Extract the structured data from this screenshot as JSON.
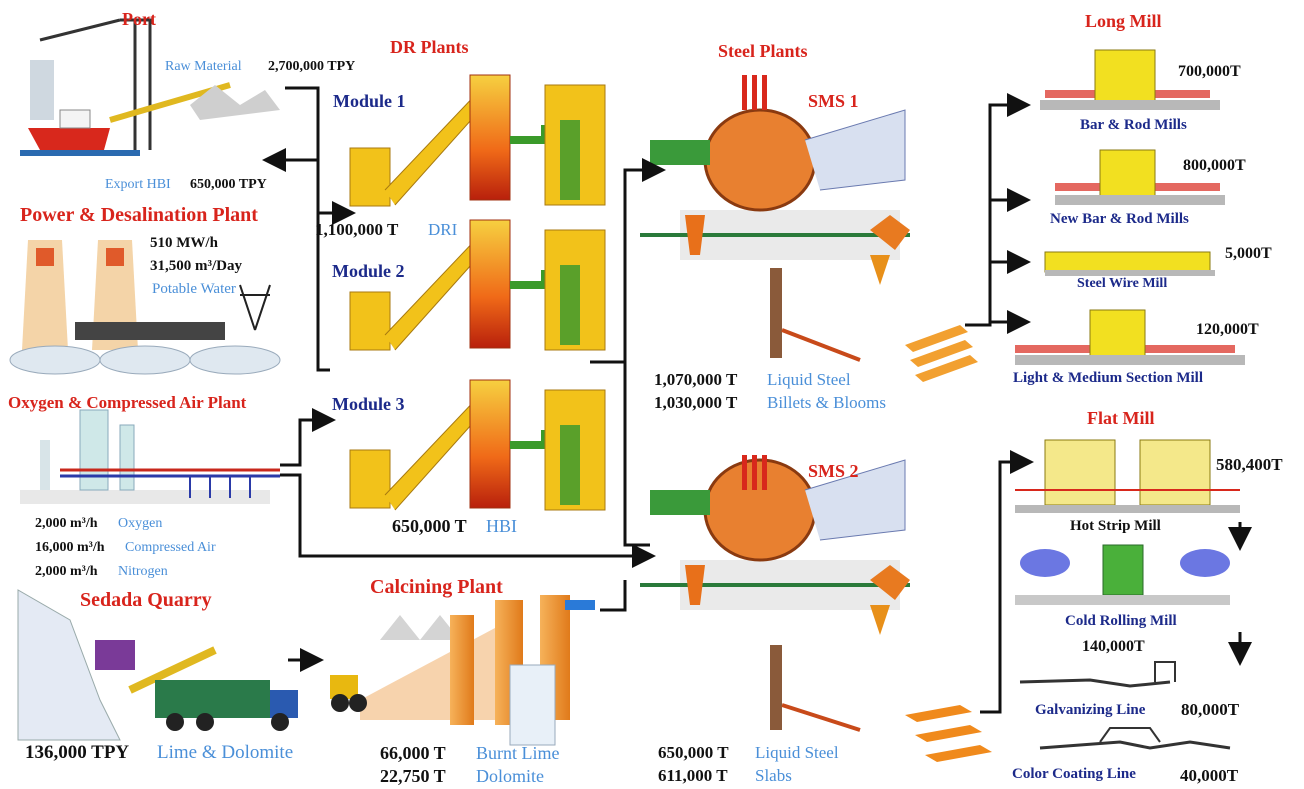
{
  "colors": {
    "red": "#d8241c",
    "blue_text": "#4a8fd8",
    "navy": "#1c2a8a",
    "orange": "#f08a1c",
    "yellow": "#f2c21a",
    "green": "#3a9a2a"
  },
  "port": {
    "title": "Port",
    "raw_label": "Raw Material",
    "raw_value": "2,700,000 TPY",
    "export_label": "Export HBI",
    "export_value": "650,000 TPY"
  },
  "power": {
    "title": "Power & Desalination Plant",
    "mw": "510 MW/h",
    "water_qty": "31,500 m³/Day",
    "water_label": "Potable Water"
  },
  "oxygen": {
    "title": "Oxygen & Compressed Air Plant",
    "o2_qty": "2,000 m³/h",
    "o2_label": "Oxygen",
    "air_qty": "16,000 m³/h",
    "air_label": "Compressed Air",
    "n2_qty": "2,000 m³/h",
    "n2_label": "Nitrogen"
  },
  "quarry": {
    "title": "Sedada Quarry",
    "qty": "136,000 TPY",
    "label": "Lime & Dolomite"
  },
  "dr": {
    "title": "DR Plants",
    "module1": "Module 1",
    "module2": "Module 2",
    "module3": "Module 3",
    "dri_qty": "1,100,000 T",
    "dri_label": "DRI",
    "hbi_qty": "650,000 T",
    "hbi_label": "HBI"
  },
  "calcining": {
    "title": "Calcining Plant",
    "lime_qty": "66,000  T",
    "lime_label": "Burnt Lime",
    "dolo_qty": "22,750  T",
    "dolo_label": "Dolomite"
  },
  "steel": {
    "title": "Steel Plants",
    "sms1": "SMS 1",
    "sms2": "SMS 2",
    "sms1_liquid_qty": "1,070,000 T",
    "sms1_liquid_label": "Liquid Steel",
    "sms1_billets_qty": "1,030,000 T",
    "sms1_billets_label": "Billets & Blooms",
    "sms2_liquid_qty": "650,000 T",
    "sms2_liquid_label": "Liquid  Steel",
    "sms2_slabs_qty": "611,000 T",
    "sms2_slabs_label": "Slabs"
  },
  "long_mill": {
    "title": "Long Mill",
    "items": [
      {
        "label": "Bar & Rod Mills",
        "qty": "700,000T"
      },
      {
        "label": "New Bar & Rod Mills",
        "qty": "800,000T"
      },
      {
        "label": "Steel Wire Mill",
        "qty": "5,000T"
      },
      {
        "label": "Light & Medium Section Mill",
        "qty": "120,000T"
      }
    ]
  },
  "flat_mill": {
    "title": "Flat Mill",
    "hot_label": "Hot Strip Mill",
    "hot_qty": "580,400T",
    "cold_label": "Cold Rolling Mill",
    "cold_qty": "140,000T",
    "galv_label": "Galvanizing Line",
    "galv_qty": "80,000T",
    "color_label": "Color Coating Line",
    "color_qty": "40,000T"
  }
}
